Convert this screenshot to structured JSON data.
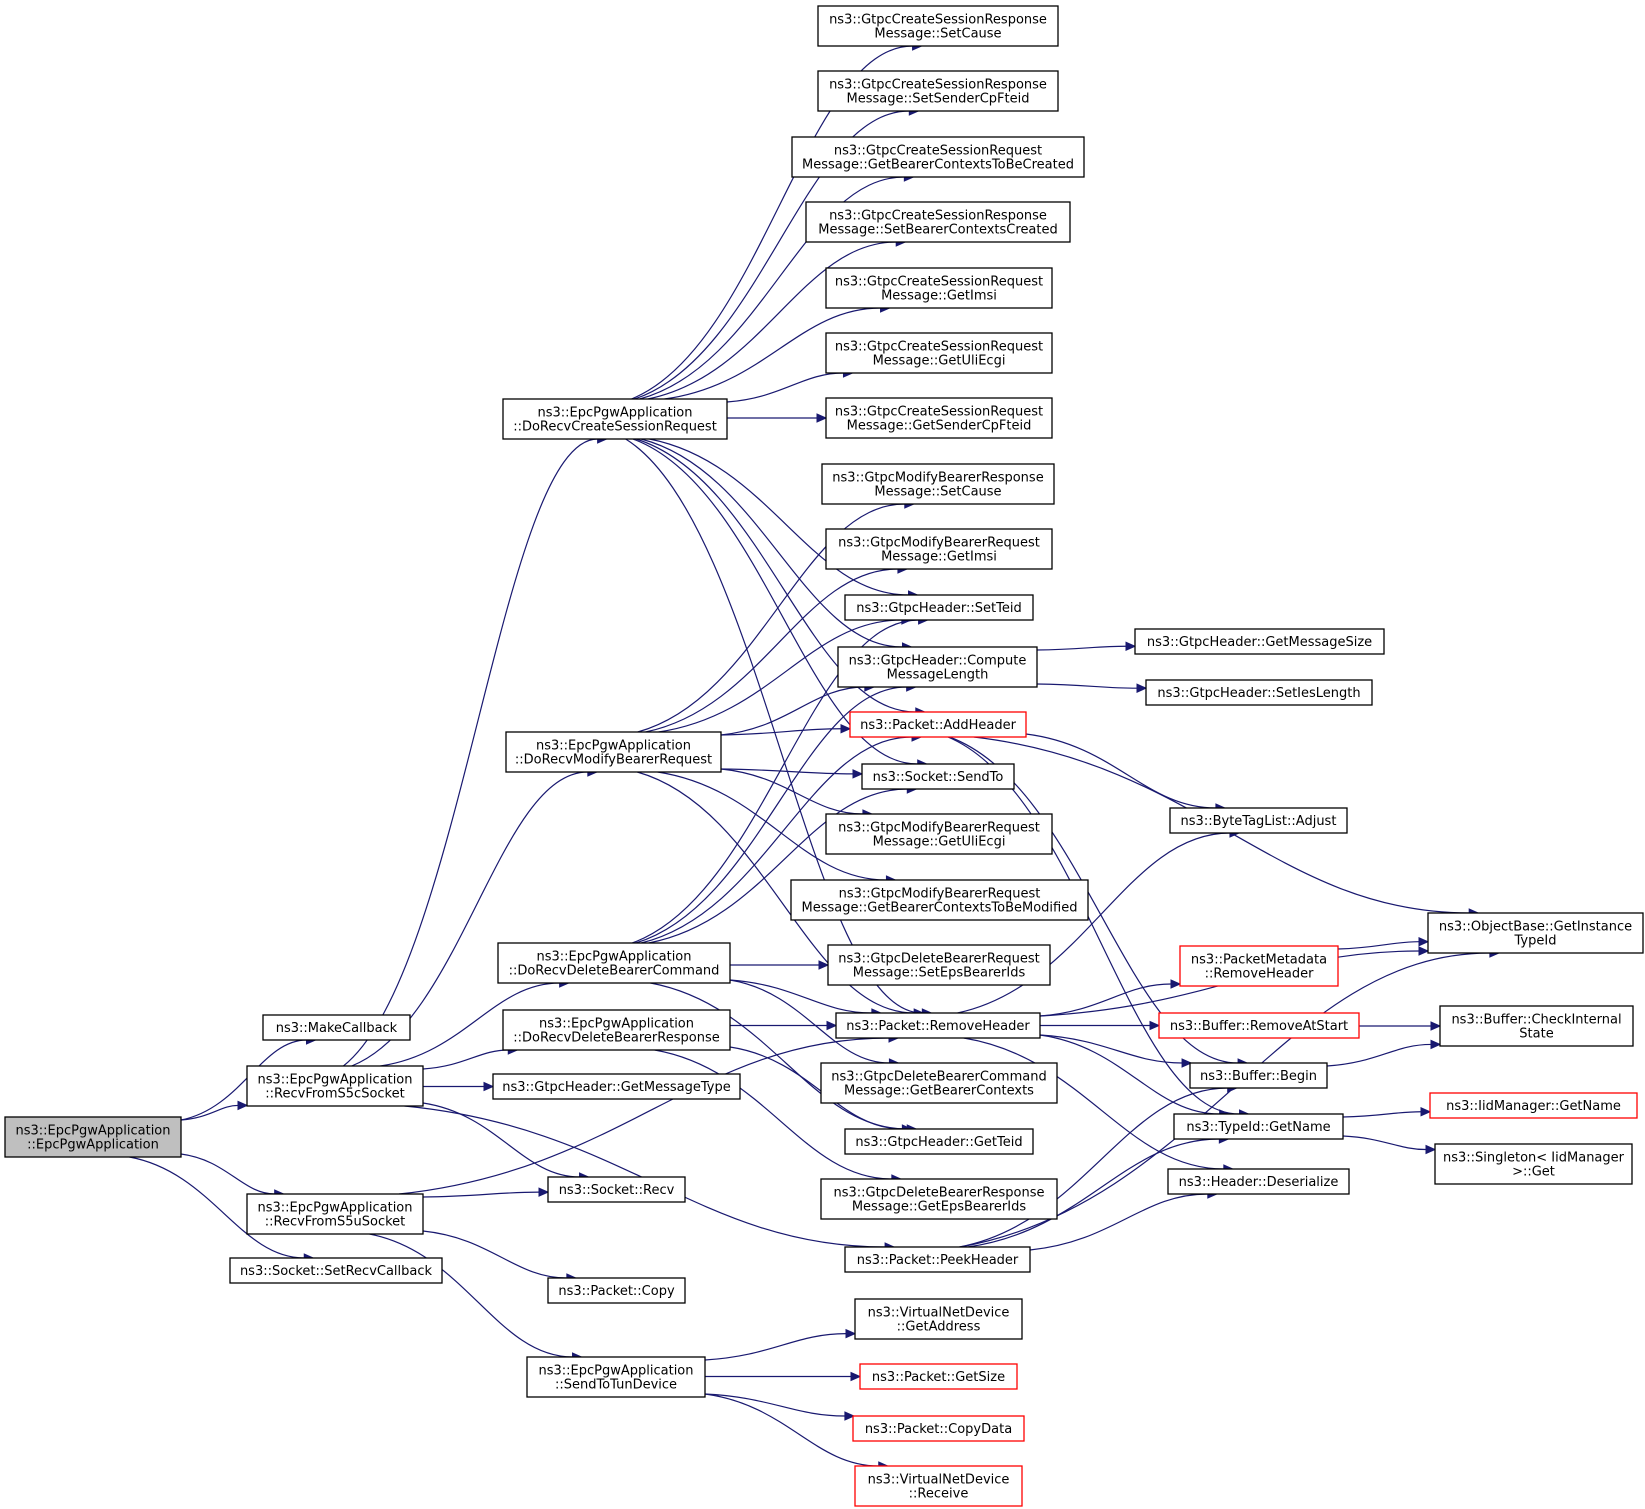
{
  "colors": {
    "edge": "#191970",
    "border": "#000000",
    "border_truncated": "#ff0000",
    "root_fill": "#bfbfbf"
  },
  "nodes": {
    "root": {
      "lines": [
        "ns3::EpcPgwApplication",
        "::EpcPgwApplication"
      ],
      "root": true
    },
    "makecallback": {
      "lines": [
        "ns3::MakeCallback"
      ]
    },
    "recvs5c": {
      "lines": [
        "ns3::EpcPgwApplication",
        "::RecvFromS5cSocket"
      ]
    },
    "recvs5u": {
      "lines": [
        "ns3::EpcPgwApplication",
        "::RecvFromS5uSocket"
      ]
    },
    "setrecvcb": {
      "lines": [
        "ns3::Socket::SetRecvCallback"
      ]
    },
    "docreate": {
      "lines": [
        "ns3::EpcPgwApplication",
        "::DoRecvCreateSessionRequest"
      ]
    },
    "domodify": {
      "lines": [
        "ns3::EpcPgwApplication",
        "::DoRecvModifyBearerRequest"
      ]
    },
    "dodelcmd": {
      "lines": [
        "ns3::EpcPgwApplication",
        "::DoRecvDeleteBearerCommand"
      ]
    },
    "dodelresp": {
      "lines": [
        "ns3::EpcPgwApplication",
        "::DoRecvDeleteBearerResponse"
      ]
    },
    "getmsgtype": {
      "lines": [
        "ns3::GtpcHeader::GetMessageType"
      ]
    },
    "sockrecv": {
      "lines": [
        "ns3::Socket::Recv"
      ]
    },
    "pktcopy": {
      "lines": [
        "ns3::Packet::Copy"
      ]
    },
    "sendtun": {
      "lines": [
        "ns3::EpcPgwApplication",
        "::SendToTunDevice"
      ]
    },
    "csr_setcause": {
      "lines": [
        "ns3::GtpcCreateSessionResponse",
        "Message::SetCause"
      ]
    },
    "csr_setsender": {
      "lines": [
        "ns3::GtpcCreateSessionResponse",
        "Message::SetSenderCpFteid"
      ]
    },
    "csq_getbctbc": {
      "lines": [
        "ns3::GtpcCreateSessionRequest",
        "Message::GetBearerContextsToBeCreated"
      ]
    },
    "csr_setbcc": {
      "lines": [
        "ns3::GtpcCreateSessionResponse",
        "Message::SetBearerContextsCreated"
      ]
    },
    "csq_getimsi": {
      "lines": [
        "ns3::GtpcCreateSessionRequest",
        "Message::GetImsi"
      ]
    },
    "csq_getuli": {
      "lines": [
        "ns3::GtpcCreateSessionRequest",
        "Message::GetUliEcgi"
      ]
    },
    "csq_getsender": {
      "lines": [
        "ns3::GtpcCreateSessionRequest",
        "Message::GetSenderCpFteid"
      ]
    },
    "mbr_setcause": {
      "lines": [
        "ns3::GtpcModifyBearerResponse",
        "Message::SetCause"
      ]
    },
    "mbq_getimsi": {
      "lines": [
        "ns3::GtpcModifyBearerRequest",
        "Message::GetImsi"
      ]
    },
    "setteid": {
      "lines": [
        "ns3::GtpcHeader::SetTeid"
      ]
    },
    "computelen": {
      "lines": [
        "ns3::GtpcHeader::Compute",
        "MessageLength"
      ]
    },
    "addheader": {
      "lines": [
        "ns3::Packet::AddHeader"
      ],
      "red": true
    },
    "sendto": {
      "lines": [
        "ns3::Socket::SendTo"
      ]
    },
    "mbq_getuli": {
      "lines": [
        "ns3::GtpcModifyBearerRequest",
        "Message::GetUliEcgi"
      ]
    },
    "mbq_getbctbm": {
      "lines": [
        "ns3::GtpcModifyBearerRequest",
        "Message::GetBearerContextsToBeModified"
      ]
    },
    "dbq_seteps": {
      "lines": [
        "ns3::GtpcDeleteBearerRequest",
        "Message::SetEpsBearerIds"
      ]
    },
    "removeheader": {
      "lines": [
        "ns3::Packet::RemoveHeader"
      ]
    },
    "dbc_getbc": {
      "lines": [
        "ns3::GtpcDeleteBearerCommand",
        "Message::GetBearerContexts"
      ]
    },
    "getteid": {
      "lines": [
        "ns3::GtpcHeader::GetTeid"
      ]
    },
    "dbr_geteps": {
      "lines": [
        "ns3::GtpcDeleteBearerResponse",
        "Message::GetEpsBearerIds"
      ]
    },
    "peekheader": {
      "lines": [
        "ns3::Packet::PeekHeader"
      ]
    },
    "vnd_getaddr": {
      "lines": [
        "ns3::VirtualNetDevice",
        "::GetAddress"
      ]
    },
    "pktgetsize": {
      "lines": [
        "ns3::Packet::GetSize"
      ],
      "red": true
    },
    "pktcopydata": {
      "lines": [
        "ns3::Packet::CopyData"
      ],
      "red": true
    },
    "vnd_receive": {
      "lines": [
        "ns3::VirtualNetDevice",
        "::Receive"
      ],
      "red": true
    },
    "getmsgsize": {
      "lines": [
        "ns3::GtpcHeader::GetMessageSize"
      ]
    },
    "setieslen": {
      "lines": [
        "ns3::GtpcHeader::SetIesLength"
      ]
    },
    "bytetagadjust": {
      "lines": [
        "ns3::ByteTagList::Adjust"
      ]
    },
    "pmremoveheader": {
      "lines": [
        "ns3::PacketMetadata",
        "::RemoveHeader"
      ],
      "red": true
    },
    "bufremovestart": {
      "lines": [
        "ns3::Buffer::RemoveAtStart"
      ],
      "red": true
    },
    "bufbegin": {
      "lines": [
        "ns3::Buffer::Begin"
      ]
    },
    "typeidgetname": {
      "lines": [
        "ns3::TypeId::GetName"
      ]
    },
    "hdrdeserialize": {
      "lines": [
        "ns3::Header::Deserialize"
      ]
    },
    "objgettypeid": {
      "lines": [
        "ns3::ObjectBase::GetInstance",
        "TypeId"
      ]
    },
    "bufcheck": {
      "lines": [
        "ns3::Buffer::CheckInternal",
        "State"
      ]
    },
    "iidgetname": {
      "lines": [
        "ns3::IidManager::GetName"
      ],
      "red": true
    },
    "singletonget": {
      "lines": [
        "ns3::Singleton< IidManager",
        ">::Get"
      ]
    }
  }
}
